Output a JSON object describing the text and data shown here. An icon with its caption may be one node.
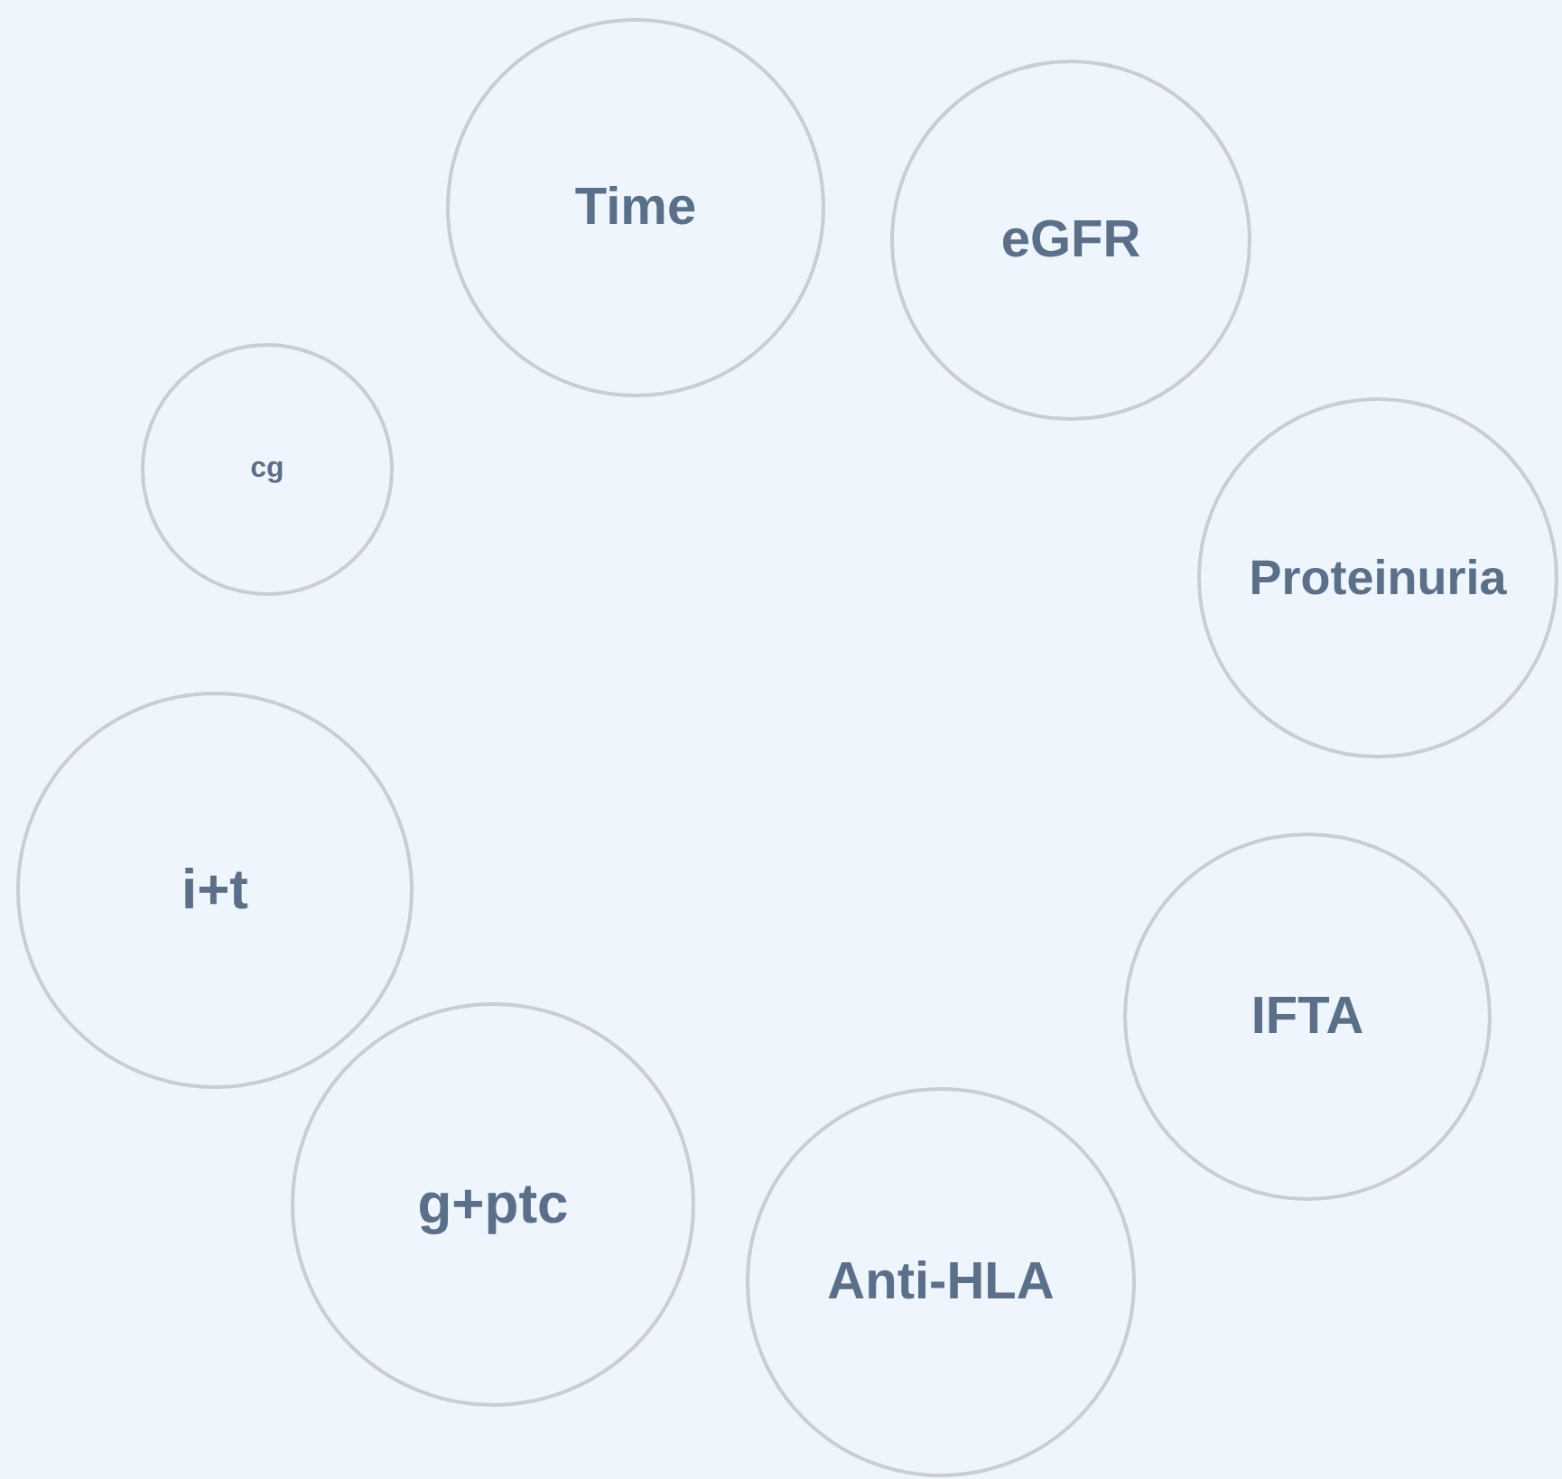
{
  "diagram": {
    "nodes": [
      {
        "text": [
          "cg"
        ]
      },
      {
        "text": [
          "Time"
        ]
      },
      {
        "text": [
          "eGFR"
        ]
      },
      {
        "text": [
          "Proteinuria"
        ]
      },
      {
        "text": [
          "IFTA"
        ]
      },
      {
        "text": [
          "Anti-HLA"
        ]
      },
      {
        "text": [
          "g+ptc"
        ]
      },
      {
        "text": [
          "i+t"
        ]
      }
    ]
  }
}
